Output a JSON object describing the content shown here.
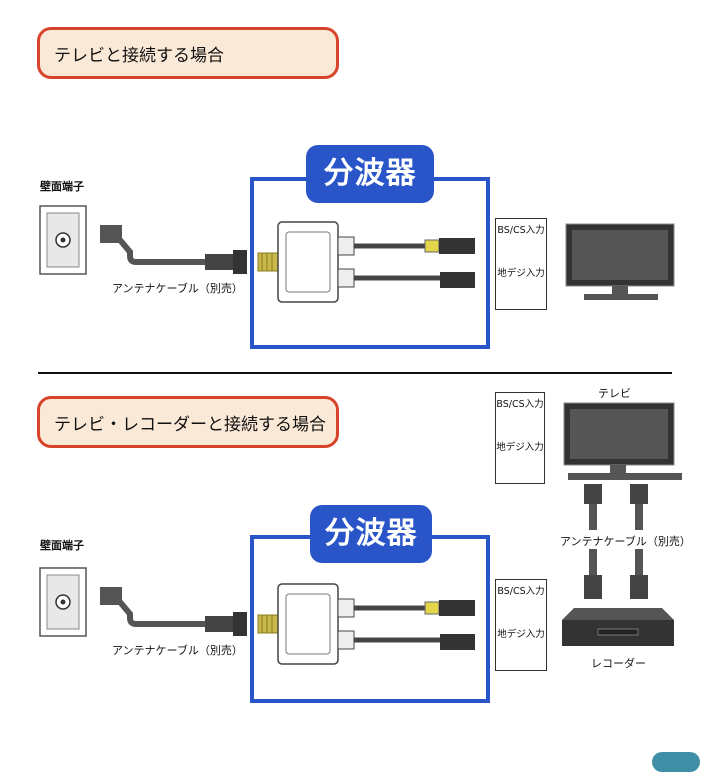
{
  "section1": {
    "heading": "テレビと接続する場合",
    "wall_outlet_label": "壁面端子",
    "cable_label": "アンテナケーブル（別売）",
    "splitter_label": "分波器",
    "tv_ports": {
      "bs": "BS/CS入力",
      "terrestrial": "地デジ入力"
    }
  },
  "section2": {
    "heading": "テレビ・レコーダーと接続する場合",
    "wall_outlet_label": "壁面端子",
    "cable_label": "アンテナケーブル（別売）",
    "splitter_label": "分波器",
    "tv_label": "テレビ",
    "tv_ports": {
      "bs": "BS/CS入力",
      "terrestrial": "地デジ入力"
    },
    "recorder_ports": {
      "bs": "BS/CS入力",
      "terrestrial": "地デジ入力"
    },
    "link_cable_label": "アンテナケーブル（別売）",
    "recorder_label": "レコーダー"
  }
}
